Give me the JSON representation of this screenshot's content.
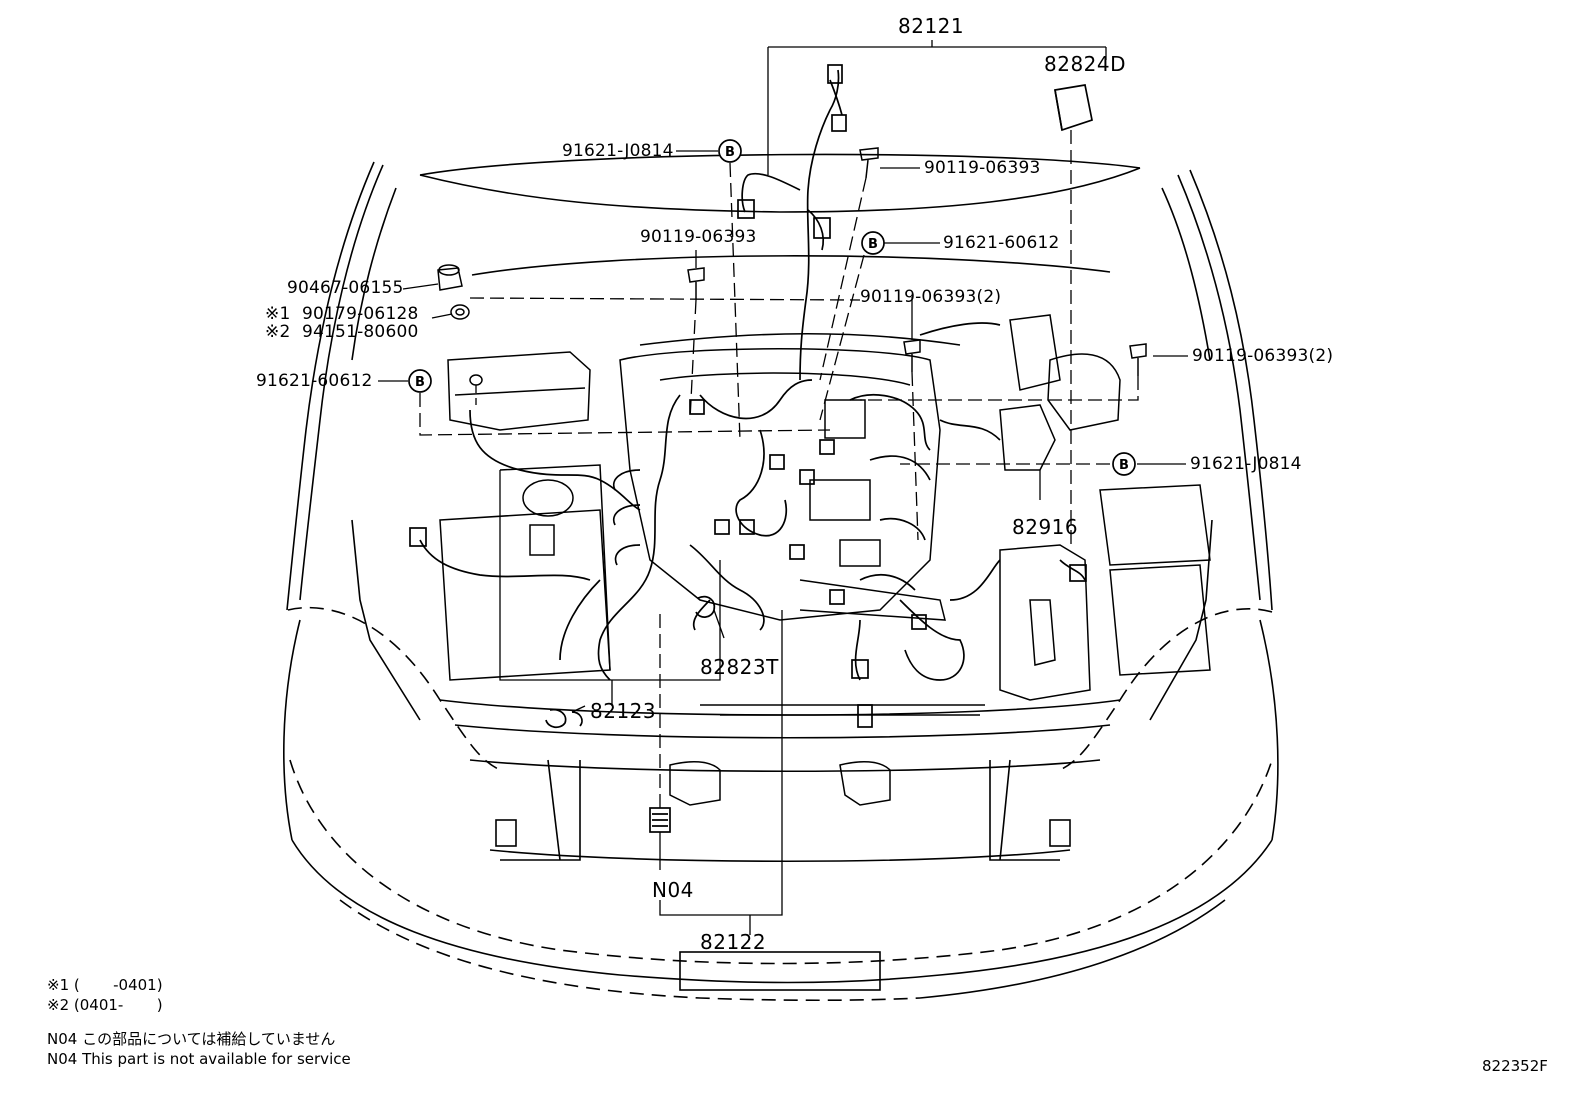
{
  "callouts": {
    "harness_82121": "82121",
    "cover_82824D": "82824D",
    "clamp_j0814_top": "91621-J0814",
    "bolt_06393_a": "90119-06393",
    "bolt_06393_b": "90119-06393",
    "clamp_60612_top": "91621-60612",
    "nut_06155": "90467-06155",
    "bolt_06393_2a": "90119-06393(2)",
    "bolt_06393_2b": "90119-06393(2)",
    "bolt_06128": "90179-06128",
    "bolt_06128_mark": "※1",
    "nut_80600": "94151-80600",
    "nut_80600_mark": "※2",
    "clamp_60612_left": "91621-60612",
    "clamp_j0814_right": "91621-J0814",
    "bracket_82916": "82916",
    "terminal_82823T": "82823T",
    "harness_82123": "82123",
    "part_N04": "N04",
    "harness_82122": "82122"
  },
  "clip_marker": "B",
  "notes": {
    "note1": "※1 (       -0401)",
    "note2": "※2 (0401-       )",
    "n04_jp": "N04 この部品については補給していません",
    "n04_en": "N04 This part is not available for service"
  },
  "figure_id": "822352F"
}
